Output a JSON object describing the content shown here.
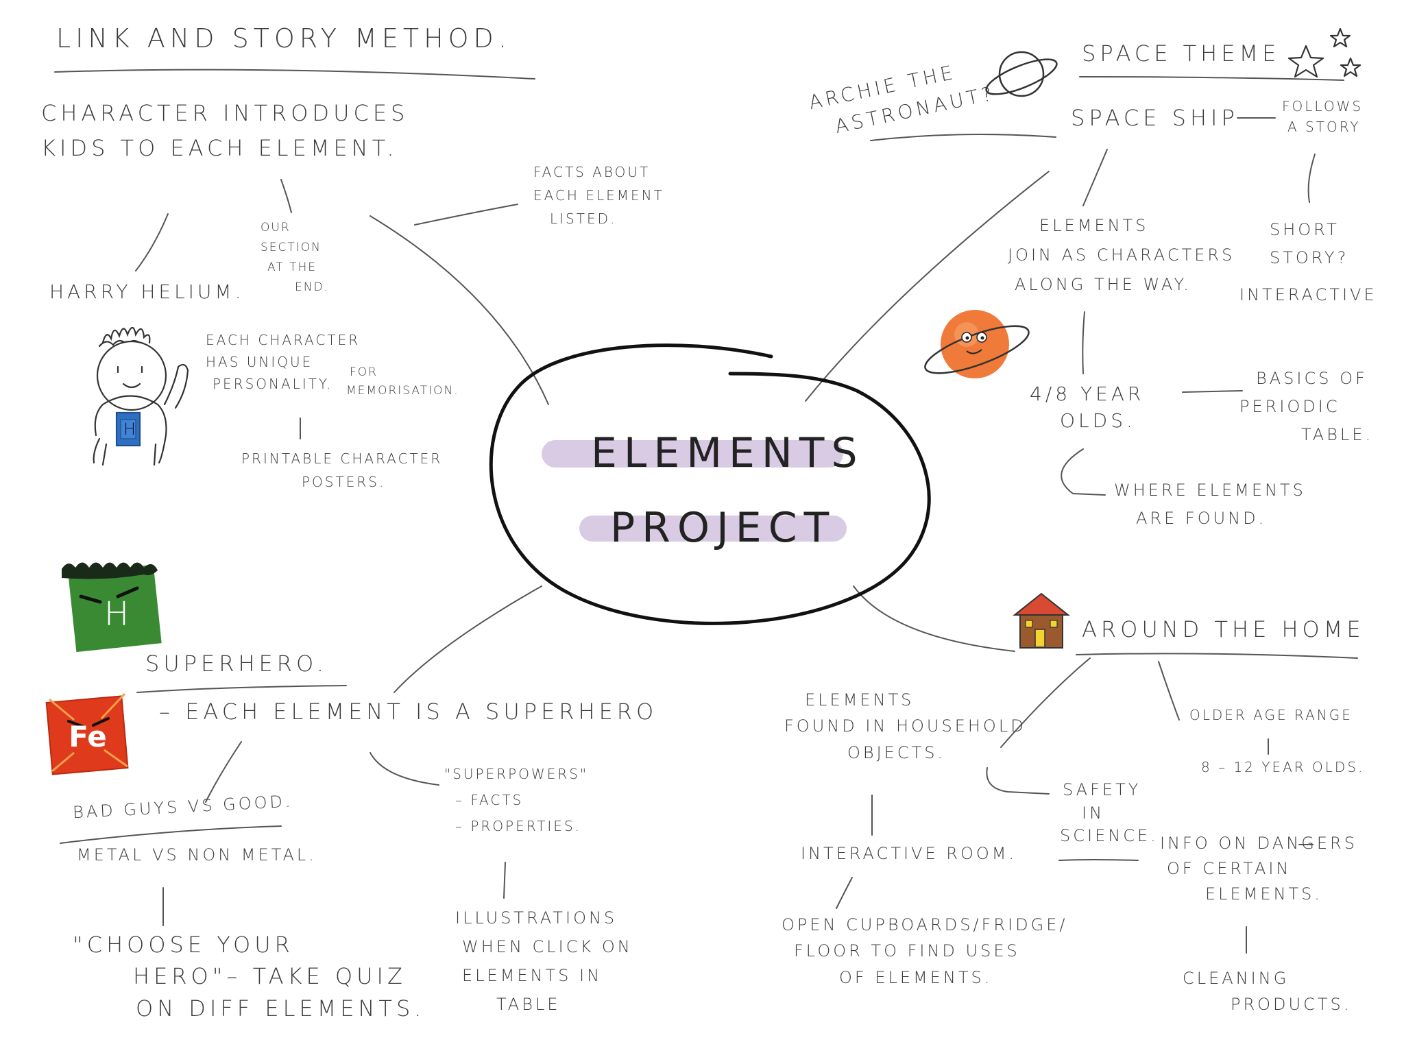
{
  "center": {
    "line1": "ELEMENTS",
    "line2": "PROJECT"
  },
  "link_story": {
    "heading": "LINK AND STORY METHOD.",
    "intro": [
      "CHARACTER INTRODUCES",
      "KIDS TO EACH ELEMENT."
    ],
    "quiz_section": [
      "OUR",
      "SECTION",
      "AT THE",
      "END."
    ],
    "facts": [
      "FACTS ABOUT",
      "EACH ELEMENT",
      "LISTED."
    ],
    "harry": "HARRY HELIUM.",
    "harry_badge": "H",
    "personality": [
      "EACH CHARACTER",
      "HAS UNIQUE",
      "PERSONALITY."
    ],
    "memorisation": [
      "FOR",
      "MEMORISATION."
    ],
    "posters": [
      "PRINTABLE CHARACTER",
      "POSTERS."
    ]
  },
  "space": {
    "heading": "SPACE THEME",
    "archie": [
      "ARCHIE THE",
      "ASTRONAUT?"
    ],
    "ship": "SPACE SHIP",
    "follows": [
      "FOLLOWS",
      "A STORY"
    ],
    "join": [
      "ELEMENTS",
      "JOIN AS CHARACTERS",
      "ALONG THE WAY."
    ],
    "short_story": [
      "SHORT",
      "STORY?"
    ],
    "interactive": "INTERACTIVE",
    "age": [
      "4/8 YEAR",
      "OLDS."
    ],
    "basics": [
      "BASICS OF",
      "PERIODIC",
      "TABLE."
    ],
    "where": [
      "WHERE ELEMENTS",
      "ARE FOUND."
    ]
  },
  "superhero": {
    "heading": "SUPERHERO.",
    "badge_h": "H",
    "badge_fe": "Fe",
    "each": "– EACH ELEMENT IS A SUPERHERO",
    "bad_guys": "BAD GUYS VS GOOD.",
    "metal": "METAL VS NON METAL.",
    "superpowers": [
      "\"SUPERPOWERS\"",
      "– FACTS",
      "– PROPERTIES."
    ],
    "choose": [
      "\"CHOOSE YOUR",
      "HERO\"– TAKE QUIZ",
      "ON DIFF ELEMENTS."
    ],
    "illustrations": [
      "ILLUSTRATIONS",
      "WHEN CLICK ON",
      "ELEMENTS IN",
      "TABLE"
    ]
  },
  "home": {
    "heading": "AROUND THE HOME",
    "household": [
      "ELEMENTS",
      "FOUND IN HOUSEHOLD",
      "OBJECTS."
    ],
    "older": "OLDER AGE RANGE",
    "age": "8 – 12 YEAR OLDS.",
    "safety": [
      "SAFETY",
      "IN",
      "SCIENCE."
    ],
    "room": "INTERACTIVE ROOM.",
    "dangers": [
      "INFO ON DANGERS",
      "OF CERTAIN",
      "ELEMENTS."
    ],
    "cupboards": [
      "OPEN CUPBOARDS/FRIDGE/",
      "FLOOR TO FIND USES",
      "OF ELEMENTS."
    ],
    "cleaning": [
      "CLEANING",
      "PRODUCTS."
    ]
  },
  "colors": {
    "ink": "#3c3c3c",
    "highlight": "#a98bc0",
    "planet_orange": "#f07a3a",
    "green_badge": "#3a8a34",
    "red_badge": "#e03a1c",
    "blue_badge": "#2f6fbf",
    "house_brown": "#9a5a2e",
    "house_roof": "#d94a32"
  },
  "icons": [
    "planet-icon",
    "stars-icon",
    "orange-planet-icon",
    "harry-helium-character",
    "hydrogen-hero-icon",
    "iron-hero-icon",
    "house-icon"
  ]
}
